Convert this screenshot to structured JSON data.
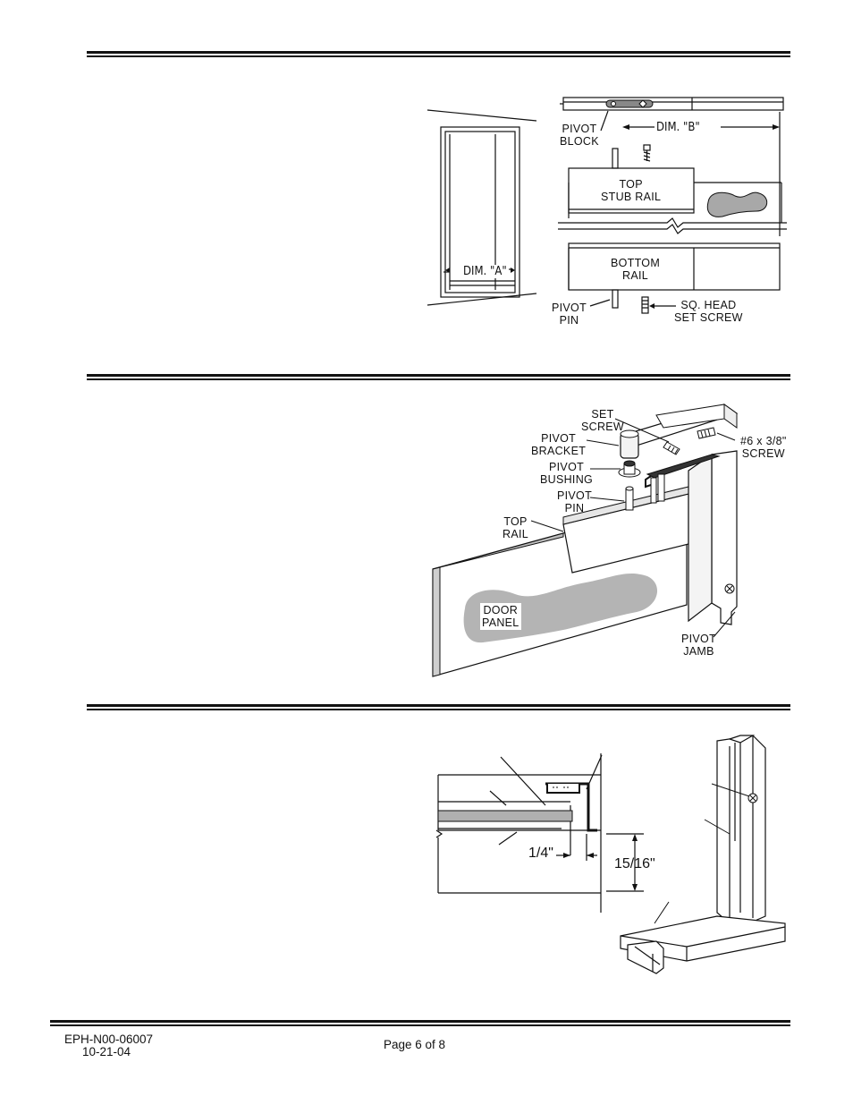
{
  "figure1": {
    "dim_a": "DIM. \"A\"",
    "dim_b": "DIM. \"B\"",
    "pivot_block": [
      "PIVOT",
      "BLOCK"
    ],
    "top_stub_rail": [
      "TOP",
      "STUB RAIL"
    ],
    "bottom_rail": [
      "BOTTOM",
      "RAIL"
    ],
    "pivot_pin": [
      "PIVOT",
      "PIN"
    ],
    "sq_head_set_screw": [
      "SQ. HEAD",
      "SET SCREW"
    ]
  },
  "figure2": {
    "set_screw": [
      "SET",
      "SCREW"
    ],
    "pivot_bracket": [
      "PIVOT",
      "BRACKET"
    ],
    "pivot_bushing": [
      "PIVOT",
      "BUSHING"
    ],
    "pivot_pin": [
      "PIVOT",
      "PIN"
    ],
    "top_rail": [
      "TOP",
      "RAIL"
    ],
    "screw_6": [
      "#6 x 3/8\"",
      "SCREW"
    ],
    "door_panel": [
      "DOOR",
      "PANEL"
    ],
    "pivot_jamb": [
      "PIVOT",
      "JAMB"
    ]
  },
  "figure3": {
    "dim_quarter": "1/4\"",
    "dim_15_16": "15/16\""
  },
  "footer": {
    "doc_number": "EPH-N00-06007",
    "date": "10-21-04",
    "page": "Page 6 of 8"
  }
}
